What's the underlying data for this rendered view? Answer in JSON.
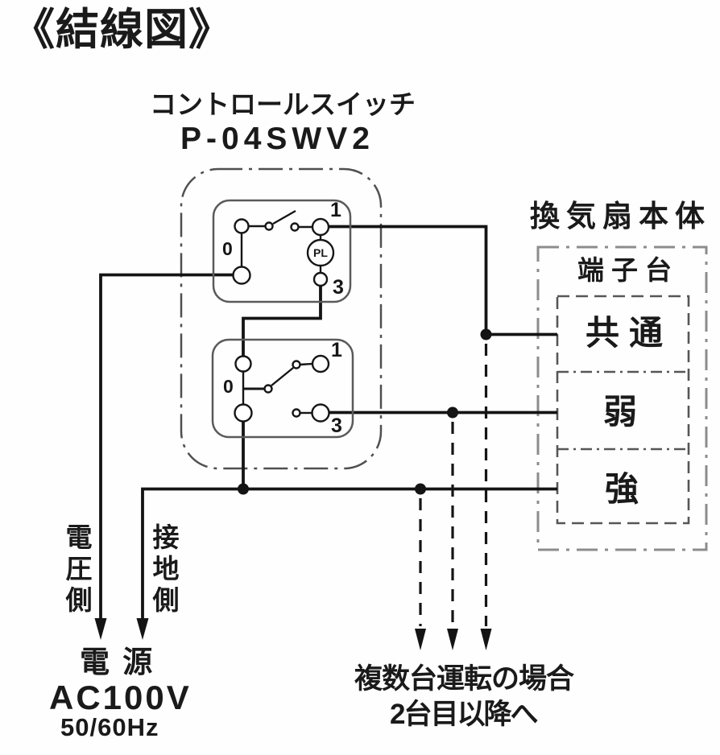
{
  "title": "《結線図》",
  "control_switch": {
    "label": "コントロールスイッチ",
    "model": "P-04SWV2",
    "upper_unit": {
      "off": "0",
      "on": "1",
      "lamp": "PL",
      "terminal3": "3"
    },
    "lower_unit": {
      "off": "0",
      "on": "1",
      "terminal3": "3"
    }
  },
  "fan_unit": {
    "label": "換気扇本体",
    "terminal_block": {
      "label": "端子台",
      "terminals": [
        "共通",
        "弱",
        "強"
      ]
    }
  },
  "power": {
    "voltage_side": "電圧側",
    "ground_side": "接地側",
    "source_label": "電 源",
    "voltage": "AC100V",
    "frequency": "50/60Hz"
  },
  "note": {
    "line1": "複数台運転の場合",
    "line2": "2台目以降へ"
  },
  "colors": {
    "ink": "#1a1a1a",
    "wire": "#141414",
    "box_dash_dark": "#4f4f4f",
    "box_dash_light": "#8c8c8c",
    "background": "#fefefe"
  }
}
